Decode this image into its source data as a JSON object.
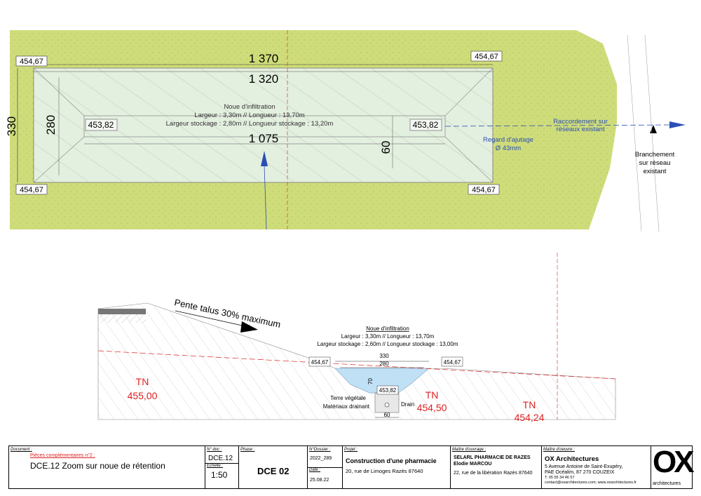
{
  "plan": {
    "dimensions": {
      "outer_length": "1 370",
      "inner_length": "1 320",
      "bottom_length": "1 075",
      "outer_width": "330",
      "inner_width": "280",
      "bottom_width": "60"
    },
    "levels": {
      "corner_tl": "454,67",
      "corner_tr": "454,67",
      "corner_bl": "454,67",
      "corner_br": "454,67",
      "bottom_left": "453,82",
      "bottom_right": "453,82"
    },
    "noue_title": "Noue d'infiltration",
    "noue_line1": "Largeur : 3,30m // Longueur : 13,70m",
    "noue_line2": "Largeur stockage : 2,80m // Longueur stockage : 13,20m",
    "regard_line1": "Regard d'ajutage",
    "regard_line2": "Ø 43mm",
    "raccordement_line1": "Raccordement sur",
    "raccordement_line2": "réseaux existant",
    "branchement_line1": "Branchement",
    "branchement_line2": "sur réseau",
    "branchement_line3": "existant",
    "colors": {
      "grass": "#cfdc7a",
      "noue": "#e3efdf",
      "arrow": "#2b4fb5"
    }
  },
  "section": {
    "slope_label": "Pente talus 30% maximum",
    "noue_title": "Noue d'infiltration",
    "noue_line1": "Largeur : 3,30m // Longueur : 13,70m",
    "noue_line2": "Largeur stockage : 2,60m // Longueur stockage : 13,00m",
    "dim_top": "330",
    "dim_mid": "280",
    "dim_depth": "70",
    "dim_bottom": "60",
    "level_left": "454,67",
    "level_right": "454,67",
    "level_bottom": "453,82",
    "terre": "Terre végétale",
    "materiaux": "Matériaux drainant",
    "drain": "Drain",
    "tn": [
      {
        "label": "TN",
        "value": "455,00"
      },
      {
        "label": "TN",
        "value": "454,50"
      },
      {
        "label": "TN",
        "value": "454,24"
      }
    ],
    "colors": {
      "tn": "#e02020",
      "water": "#bfe0f5"
    }
  },
  "title_block": {
    "document_label": "Document :",
    "document_sub": "Pièces complémentaires n°2 :",
    "document_title": "DCE.12 Zoom sur noue de rétention",
    "ndoc_label": "N° doc :",
    "ndoc": "DCE.12",
    "echelle_label": "Echelle :",
    "echelle": "1:50",
    "phase_label": "Phase :",
    "phase": "DCE 02",
    "dossier_label": "N°Dossier :",
    "dossier": "2022_289",
    "date_label": "Date :",
    "date": "25.08.22",
    "projet_label": "Projet :",
    "projet_title": "Construction d'une pharmacie",
    "projet_address": "20, rue de Limoges Razès 87640",
    "mo_label": "Maître d'ouvrage :",
    "mo_name1": "SELARL PHARMACIE DE RAZES",
    "mo_name2": "Elodie MARCOU",
    "mo_address": "22, rue de la libération Razès 87640",
    "moe_label": "Maître d'oeuvre :",
    "moe_name": "OX Architectures",
    "moe_line1": "5 Avenue Antoine de Saint-Exupéry,",
    "moe_line2": "PAE Océalim, 87 270 COUZEIX",
    "moe_tel": "T: 05 55 34 46 57",
    "moe_contact": "contact@oxarchitectures.com; www.oxarchitectures.fr",
    "logo_text": "OX",
    "logo_sub": "architectures"
  }
}
